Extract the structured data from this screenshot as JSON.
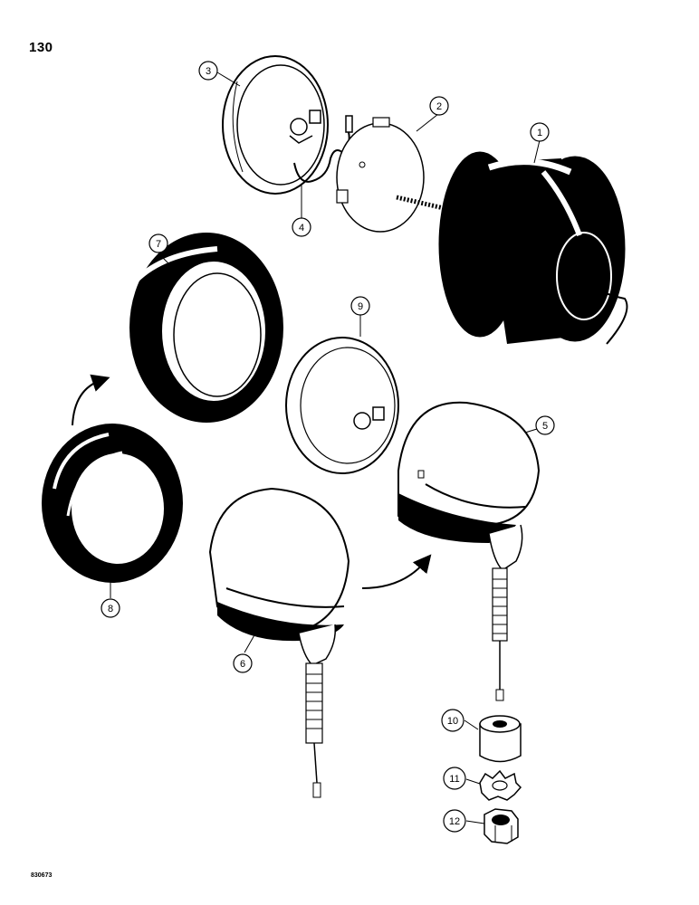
{
  "page_number": "130",
  "figure_code": "830673",
  "callouts": {
    "c1": "1",
    "c2": "2",
    "c3": "3",
    "c4": "4",
    "c5": "5",
    "c6": "6",
    "c7": "7",
    "c8": "8",
    "c9": "9",
    "c10": "10",
    "c11": "11",
    "c12": "12"
  },
  "colors": {
    "ink": "#000000",
    "paper": "#ffffff"
  }
}
